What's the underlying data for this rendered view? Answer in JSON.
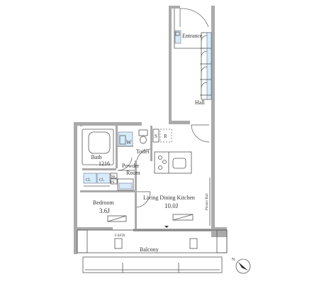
{
  "rooms": {
    "entrance": "Entrance",
    "hall": "Hall",
    "bath_label": "Bath",
    "bath_size": "1216",
    "w": "W",
    "toilet": "Toilet",
    "powder_room_line1": "Powder",
    "powder_room_line2": "Room",
    "s": "S",
    "r": "R",
    "cl1": "Cl.",
    "cl2": "Cl.",
    "sh": "Sh",
    "ps": "PS",
    "bedroom_label": "Bedroom",
    "bedroom_size": "3.6J",
    "ldk_label": "Living Dining Kitchen",
    "ldk_size": "10.0J",
    "picture_rail": "Picture Rail",
    "fix": "F.SFIX",
    "balcony": "Balcony",
    "north": "N"
  },
  "colors": {
    "wall": "#aaaaaa",
    "storage": "#d6ecfa",
    "line": "#555555"
  }
}
